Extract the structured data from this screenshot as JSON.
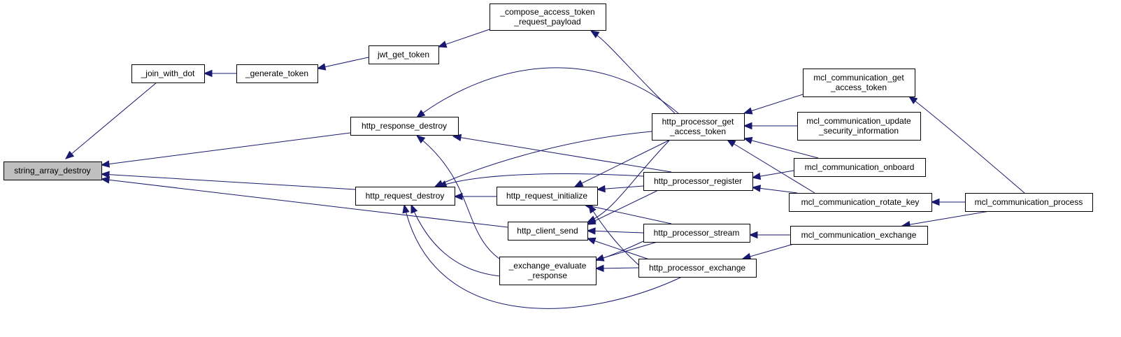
{
  "colors": {
    "edge": "#191970",
    "root_fill": "#bfbfbf",
    "node_fill": "#ffffff",
    "node_border": "#000000"
  },
  "nodes": [
    {
      "id": "string_array_destroy",
      "lines": [
        "string_array_destroy"
      ],
      "root": true
    },
    {
      "id": "join_with_dot",
      "lines": [
        "_join_with_dot"
      ]
    },
    {
      "id": "generate_token",
      "lines": [
        "_generate_token"
      ]
    },
    {
      "id": "jwt_get_token",
      "lines": [
        "jwt_get_token"
      ]
    },
    {
      "id": "compose_access_token_request_payload",
      "lines": [
        "_compose_access_token",
        "_request_payload"
      ]
    },
    {
      "id": "http_response_destroy",
      "lines": [
        "http_response_destroy"
      ]
    },
    {
      "id": "http_request_destroy",
      "lines": [
        "http_request_destroy"
      ]
    },
    {
      "id": "http_request_initialize",
      "lines": [
        "http_request_initialize"
      ]
    },
    {
      "id": "http_client_send",
      "lines": [
        "http_client_send"
      ]
    },
    {
      "id": "exchange_evaluate_response",
      "lines": [
        "_exchange_evaluate",
        "_response"
      ]
    },
    {
      "id": "http_processor_get_access_token",
      "lines": [
        "http_processor_get",
        "_access_token"
      ]
    },
    {
      "id": "http_processor_register",
      "lines": [
        "http_processor_register"
      ]
    },
    {
      "id": "http_processor_stream",
      "lines": [
        "http_processor_stream"
      ]
    },
    {
      "id": "http_processor_exchange",
      "lines": [
        "http_processor_exchange"
      ]
    },
    {
      "id": "mcl_communication_get_access_token",
      "lines": [
        "mcl_communication_get",
        "_access_token"
      ]
    },
    {
      "id": "mcl_communication_update_security_information",
      "lines": [
        "mcl_communication_update",
        "_security_information"
      ]
    },
    {
      "id": "mcl_communication_onboard",
      "lines": [
        "mcl_communication_onboard"
      ]
    },
    {
      "id": "mcl_communication_rotate_key",
      "lines": [
        "mcl_communication_rotate_key"
      ]
    },
    {
      "id": "mcl_communication_exchange",
      "lines": [
        "mcl_communication_exchange"
      ]
    },
    {
      "id": "mcl_communication_process",
      "lines": [
        "mcl_communication_process"
      ]
    }
  ],
  "edges": [
    {
      "from": "join_with_dot",
      "to": "string_array_destroy"
    },
    {
      "from": "http_response_destroy",
      "to": "string_array_destroy"
    },
    {
      "from": "http_request_destroy",
      "to": "string_array_destroy"
    },
    {
      "from": "http_client_send",
      "to": "string_array_destroy"
    },
    {
      "from": "generate_token",
      "to": "join_with_dot"
    },
    {
      "from": "jwt_get_token",
      "to": "generate_token"
    },
    {
      "from": "compose_access_token_request_payload",
      "to": "jwt_get_token"
    },
    {
      "from": "http_processor_get_access_token",
      "to": "compose_access_token_request_payload"
    },
    {
      "from": "http_processor_get_access_token",
      "to": "http_response_destroy"
    },
    {
      "from": "http_processor_register",
      "to": "http_response_destroy"
    },
    {
      "from": "exchange_evaluate_response",
      "to": "http_response_destroy"
    },
    {
      "from": "http_request_initialize",
      "to": "http_request_destroy"
    },
    {
      "from": "http_processor_get_access_token",
      "to": "http_request_destroy"
    },
    {
      "from": "http_processor_register",
      "to": "http_request_destroy"
    },
    {
      "from": "http_processor_stream",
      "to": "http_request_destroy"
    },
    {
      "from": "http_processor_exchange",
      "to": "http_request_destroy"
    },
    {
      "from": "http_processor_get_access_token",
      "to": "http_request_initialize"
    },
    {
      "from": "http_processor_register",
      "to": "http_request_initialize"
    },
    {
      "from": "http_processor_stream",
      "to": "http_request_initialize"
    },
    {
      "from": "http_processor_exchange",
      "to": "http_request_initialize"
    },
    {
      "from": "http_processor_get_access_token",
      "to": "http_client_send"
    },
    {
      "from": "http_processor_register",
      "to": "http_client_send"
    },
    {
      "from": "http_processor_stream",
      "to": "http_client_send"
    },
    {
      "from": "http_processor_exchange",
      "to": "http_client_send"
    },
    {
      "from": "http_processor_stream",
      "to": "exchange_evaluate_response"
    },
    {
      "from": "http_processor_exchange",
      "to": "exchange_evaluate_response"
    },
    {
      "from": "mcl_communication_get_access_token",
      "to": "http_processor_get_access_token"
    },
    {
      "from": "mcl_communication_update_security_information",
      "to": "http_processor_get_access_token"
    },
    {
      "from": "mcl_communication_onboard",
      "to": "http_processor_get_access_token"
    },
    {
      "from": "mcl_communication_rotate_key",
      "to": "http_processor_get_access_token"
    },
    {
      "from": "mcl_communication_onboard",
      "to": "http_processor_register"
    },
    {
      "from": "mcl_communication_rotate_key",
      "to": "http_processor_register"
    },
    {
      "from": "mcl_communication_exchange",
      "to": "http_processor_stream"
    },
    {
      "from": "mcl_communication_exchange",
      "to": "http_processor_exchange"
    },
    {
      "from": "mcl_communication_process",
      "to": "mcl_communication_get_access_token"
    },
    {
      "from": "mcl_communication_process",
      "to": "mcl_communication_rotate_key"
    },
    {
      "from": "mcl_communication_process",
      "to": "mcl_communication_exchange"
    }
  ]
}
